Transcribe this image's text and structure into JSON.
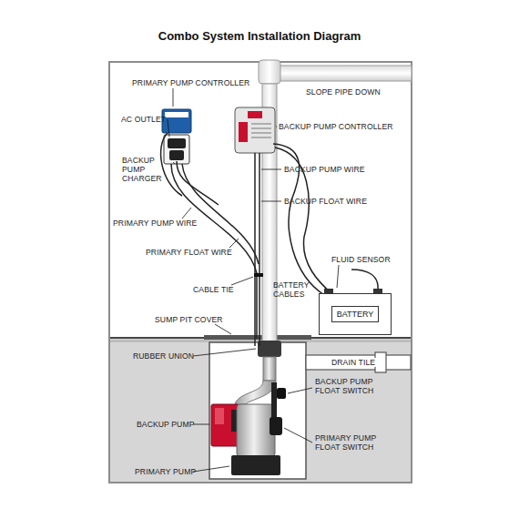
{
  "diagram": {
    "title": "Combo System Installation Diagram",
    "nodes": [
      {
        "text": [
          "BATTERY"
        ]
      }
    ],
    "labels": [
      "PRIMARY PUMP CONTROLLER",
      "SLOPE PIPE DOWN",
      "AC OUTLET",
      "BACKUP PUMP CONTROLLER",
      "BACKUP PUMP CHARGER",
      "BACKUP PUMP WIRE",
      "BACKUP FLOAT WIRE",
      "PRIMARY PUMP WIRE",
      "PRIMARY FLOAT WIRE",
      "FLUID SENSOR",
      "CABLE TIE",
      "BATTERY CABLES",
      "SUMP PIT COVER",
      "RUBBER UNION",
      "DRAIN TILE",
      "BACKUP PUMP FLOAT SWITCH",
      "BACKUP PUMP",
      "PRIMARY PUMP FLOAT SWITCH",
      "PRIMARY PUMP"
    ]
  }
}
